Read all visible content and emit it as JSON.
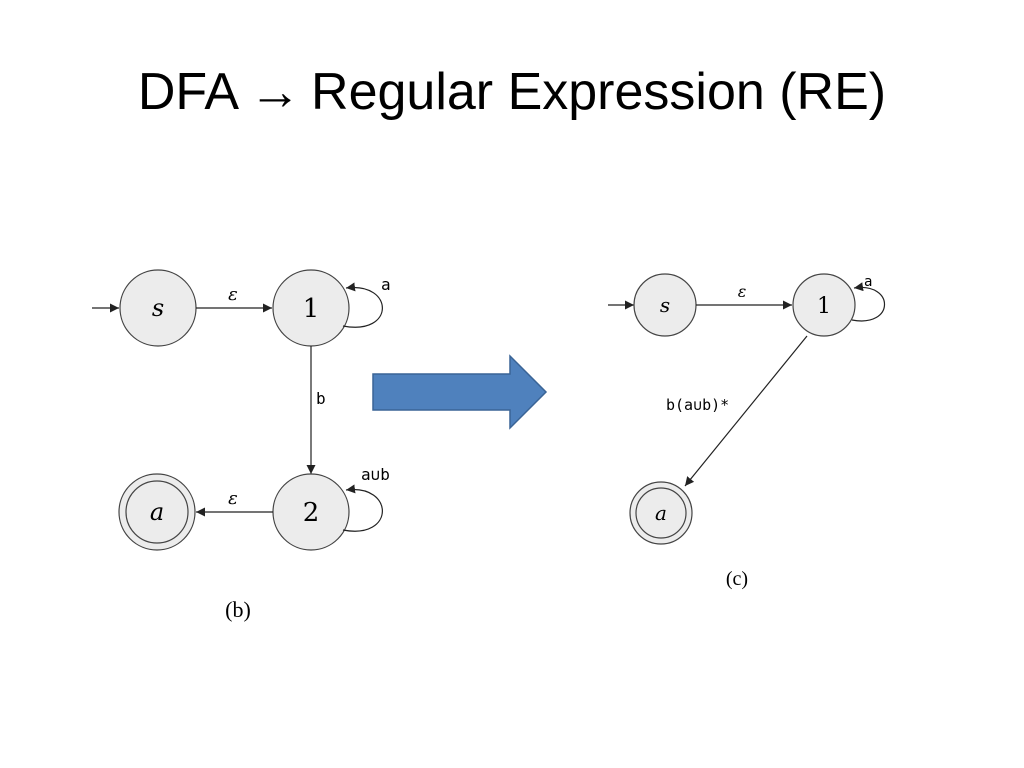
{
  "title": {
    "left": "DFA",
    "arrow": "→",
    "right": "Regular Expression (RE)"
  },
  "diagram_b": {
    "caption": "(b)",
    "states": {
      "s": "s",
      "one": "1",
      "two": "2",
      "accept": "a"
    },
    "edges": {
      "s_to_1": "ε",
      "loop_1": "a",
      "one_to_2": "b",
      "loop_2": "a∪b",
      "two_to_accept": "ε"
    }
  },
  "transform_arrow": {
    "color": "#4f81bd",
    "icon": "right-block-arrow"
  },
  "diagram_c": {
    "caption": "(c)",
    "states": {
      "s": "s",
      "one": "1",
      "accept": "a"
    },
    "edges": {
      "s_to_1": "ε",
      "loop_1": "a",
      "one_to_accept": "b(a∪b)*"
    }
  }
}
